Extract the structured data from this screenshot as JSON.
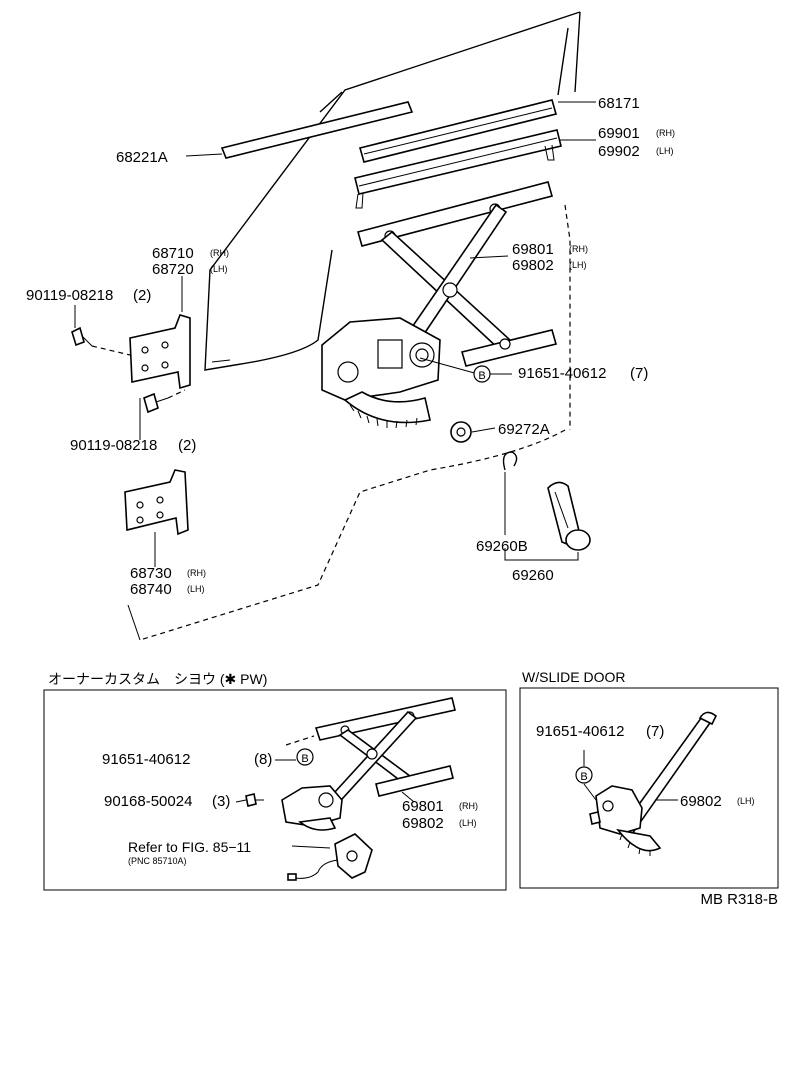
{
  "labels": {
    "p68171": "68171",
    "p69901": "69901",
    "p69902": "69902",
    "p68221A": "68221A",
    "p68710": "68710",
    "p68720": "68720",
    "p69801": "69801",
    "p69802": "69802",
    "bolt_top": "90119-08218",
    "bolt_top_qty": "(2)",
    "bolt_mid": "90119-08218",
    "bolt_mid_qty": "(2)",
    "screw_b": "91651-40612",
    "screw_b_qty": "(7)",
    "p69272A": "69272A",
    "p69260B": "69260B",
    "p69260": "69260",
    "p68730": "68730",
    "p68740": "68740",
    "rh": "(RH)",
    "lh": "(LH)",
    "b_marker": "B"
  },
  "pw_box": {
    "title": "オーナーカスタム　シヨウ (✱ PW)",
    "screw_b": "91651-40612",
    "screw_b_qty": "(8)",
    "screw": "90168-50024",
    "screw_qty": "(3)",
    "p69801": "69801",
    "p69802": "69802",
    "refer": "Refer to FIG. 85−11",
    "pnc": "(PNC 85710A)"
  },
  "slide_box": {
    "title": "W/SLIDE DOOR",
    "screw_b": "91651-40612",
    "screw_b_qty": "(7)",
    "p69802": "69802"
  },
  "figure_code": "MB R318-B"
}
